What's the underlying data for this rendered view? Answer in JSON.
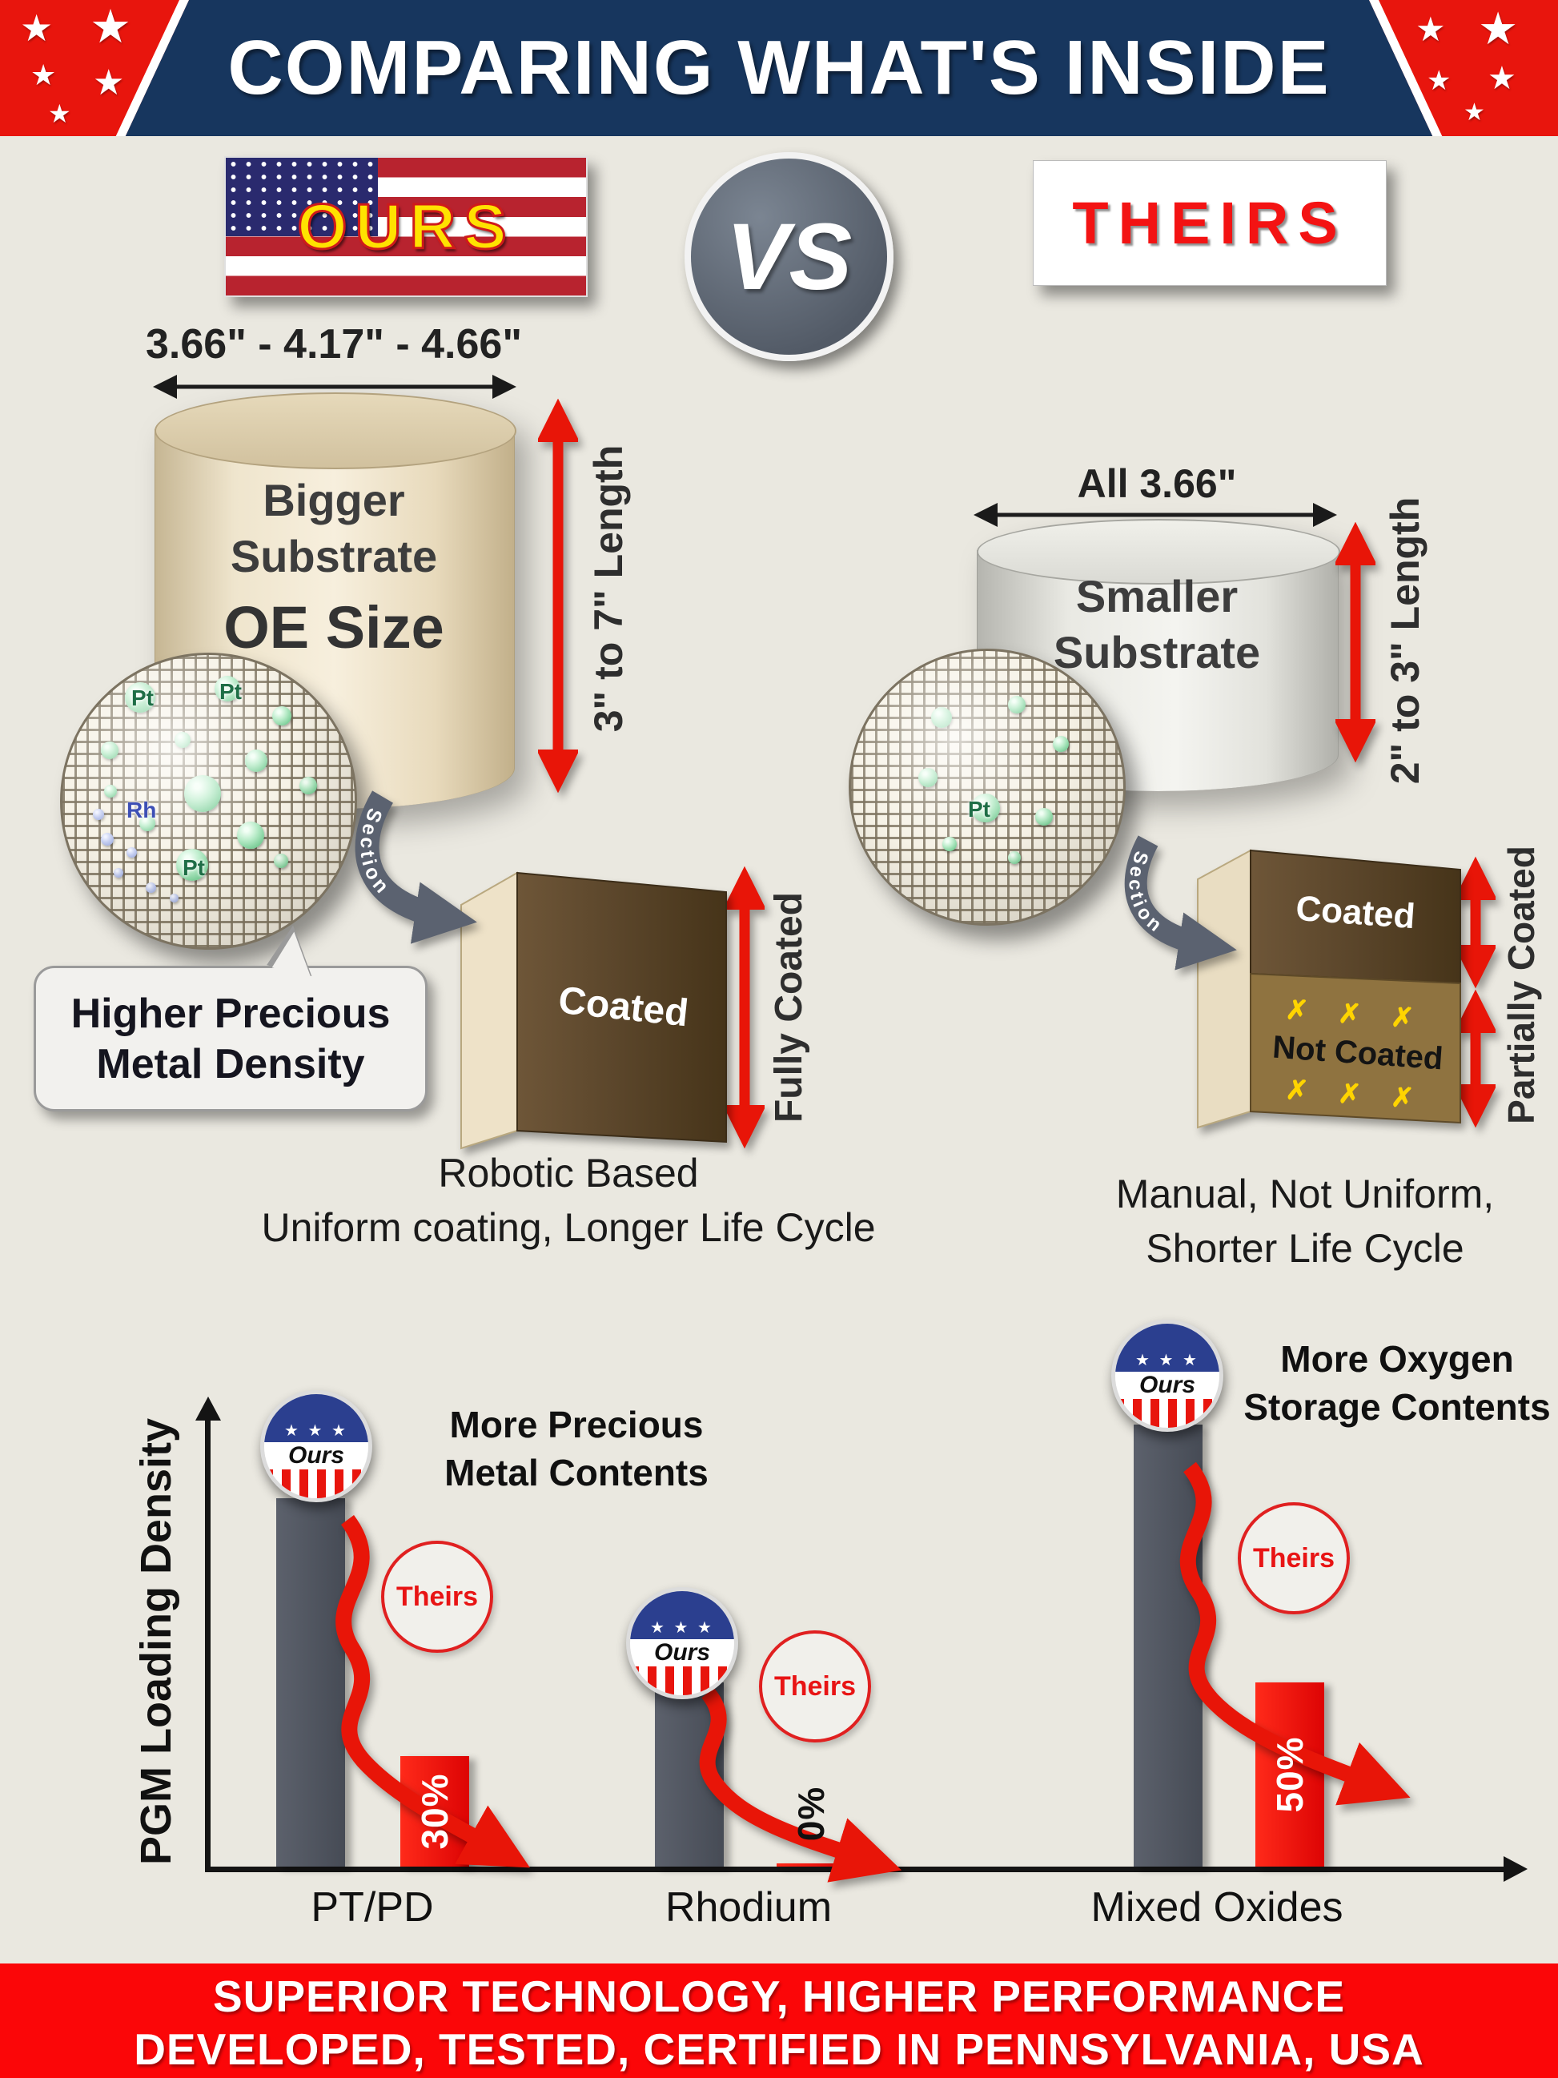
{
  "icons": {
    "star": "★",
    "badge_stars": "★ ★ ★",
    "x_row": "✗   ✗   ✗"
  },
  "header": {
    "title": "COMPARING WHAT'S INSIDE"
  },
  "versus": {
    "ours": "OURS",
    "vs": "VS",
    "theirs": "THEIRS"
  },
  "ours": {
    "diameter": "3.66\" - 4.17\" - 4.66\"",
    "substrate": [
      "Bigger",
      "Substrate",
      "OE Size"
    ],
    "length": "3\" to 7\" Length",
    "callout": [
      "Higher Precious",
      "Metal Density"
    ],
    "section": "Section",
    "coated": "Coated",
    "coating_extent": "Fully Coated",
    "note": [
      "Robotic Based",
      "Uniform coating, Longer Life Cycle"
    ],
    "particles": {
      "pt_a": "Pt",
      "pt_b": "Pt",
      "rh": "Rh",
      "pt_c": "Pt"
    }
  },
  "theirs": {
    "diameter": "All 3.66\"",
    "substrate": [
      "Smaller",
      "Substrate"
    ],
    "length": "2\" to 3\" Length",
    "section": "Section",
    "coated": "Coated",
    "not_coated": "Not Coated",
    "coating_extent": "Partially Coated",
    "note": [
      "Manual, Not Uniform,",
      "Shorter Life Cycle"
    ],
    "particles": {
      "pt_a": "Pt"
    }
  },
  "chart": {
    "ylabel": "PGM Loading Density",
    "ours_badge": "Ours",
    "theirs_badge": "Theirs",
    "annotation_left": [
      "More Precious",
      "Metal Contents"
    ],
    "annotation_right": [
      "More Oxygen",
      "Storage Contents"
    ]
  },
  "chart_data": {
    "type": "bar",
    "categories": [
      "PT/PD",
      "Rhodium",
      "Mixed Oxides"
    ],
    "series": [
      {
        "name": "Ours",
        "values": [
          100,
          50,
          120
        ]
      },
      {
        "name": "Theirs",
        "values": [
          30,
          0,
          50
        ]
      }
    ],
    "theirs_labels": [
      "30%",
      "0%",
      "50%"
    ],
    "ylabel": "PGM Loading Density",
    "ylim": [
      0,
      130
    ],
    "grid": false,
    "legend_position": "badges-over-bars",
    "bar_colors": {
      "Ours": "#50555f",
      "Theirs": "#f60c0c"
    }
  },
  "footer": {
    "line1": "SUPERIOR TECHNOLOGY, HIGHER PERFORMANCE",
    "line2": "DEVELOPED, TESTED, CERTIFIED IN PENNSYLVANIA, USA"
  }
}
